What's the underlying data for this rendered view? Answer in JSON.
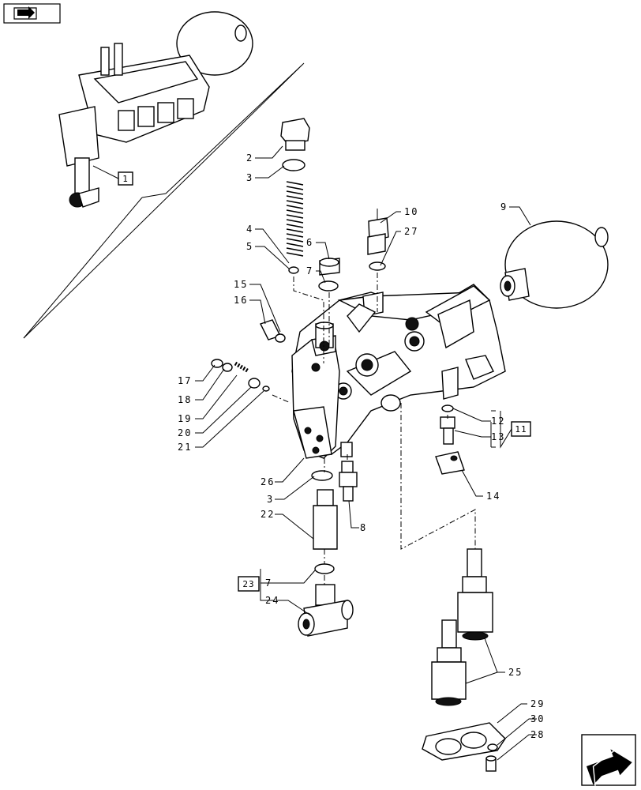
{
  "diagram": {
    "callouts": [
      "1",
      "2",
      "3",
      "4",
      "5",
      "6",
      "7",
      "8",
      "9",
      "10",
      "11",
      "12",
      "13",
      "14",
      "15",
      "16",
      "17",
      "18",
      "19",
      "20",
      "21",
      "22",
      "23",
      "24",
      "25",
      "26",
      "27",
      "28",
      "29",
      "30"
    ],
    "labels": {
      "l2": "2",
      "l3a": "3",
      "l4": "4",
      "l5": "5",
      "l6": "6",
      "l7a": "7",
      "l9": "9",
      "l10": "10",
      "l27": "27",
      "l15": "15",
      "l16": "16",
      "l17": "17",
      "l18": "18",
      "l19": "19",
      "l20": "20",
      "l21": "21",
      "l12": "12",
      "l13": "13",
      "l11": "11",
      "l14": "14",
      "l26": "26",
      "l3b": "3",
      "l22": "22",
      "l8": "8",
      "l7b": "7",
      "l23": "23",
      "l24": "24",
      "l25": "25",
      "l29": "29",
      "l30": "30",
      "l28": "28",
      "l1": "1"
    }
  },
  "nav": {
    "prev_icon": "back-arrow-icon",
    "next_icon": "forward-arrow-icon"
  }
}
